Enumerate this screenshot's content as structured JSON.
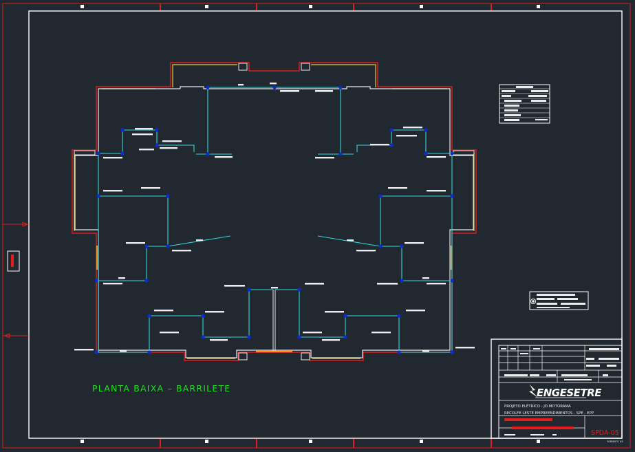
{
  "drawing": {
    "caption": "PLANTA BAIXA  –  BARRILETE",
    "sheet_number": "SPDA-05"
  },
  "title_block": {
    "logo": "ENGESETRE",
    "line1": "PROJETO ELÉTRICO   -   JD MOTORAMA",
    "line2": "RECOLFE LESTE EMPREENDIMENTOS - SPE - EPP",
    "footer": "FORMATO A3"
  },
  "colors": {
    "background": "#212830",
    "frame": "#ffffff",
    "grid_marker": "#ff1a1a",
    "wall_red": "#e01e1e",
    "wall_yellow": "#e6c72b",
    "wall_orange": "#ff8c1a",
    "conductor": "#31d7dc",
    "node": "#0b2bd8",
    "caption": "#1ee31e"
  },
  "icons": {
    "logo_mark": "lightning-swoosh-icon",
    "legend_symbol": "circle-target-icon",
    "section_arrow": "triangle-arrow-icon"
  }
}
